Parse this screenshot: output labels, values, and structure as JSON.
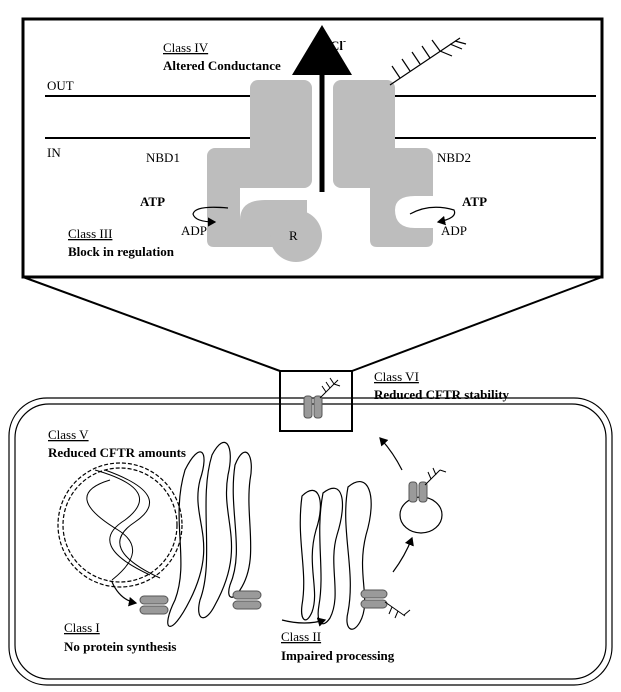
{
  "membrane": {
    "out_label": "OUT",
    "in_label": "IN"
  },
  "channel": {
    "nbd1_label": "NBD1",
    "nbd2_label": "NBD2",
    "r_label": "R",
    "ion_label": "Cl",
    "ion_charge": "-"
  },
  "reactions": {
    "left_atp": "ATP",
    "left_adp": "ADP",
    "right_atp": "ATP",
    "right_adp": "ADP"
  },
  "classes": {
    "class4": {
      "name": "Class IV",
      "desc": "Altered Conductance"
    },
    "class3": {
      "name": "Class III",
      "desc": "Block in regulation"
    },
    "class6": {
      "name": "Class VI",
      "desc": "Reduced CFTR stability"
    },
    "class5": {
      "name": "Class V",
      "desc": "Reduced CFTR amounts"
    },
    "class1": {
      "name": "Class I",
      "desc": "No protein synthesis"
    },
    "class2": {
      "name": "Class II",
      "desc": "Impaired processing"
    }
  },
  "colors": {
    "protein": "#bdbdbd",
    "protein_dark": "#7a7a7a",
    "line": "#000000"
  }
}
